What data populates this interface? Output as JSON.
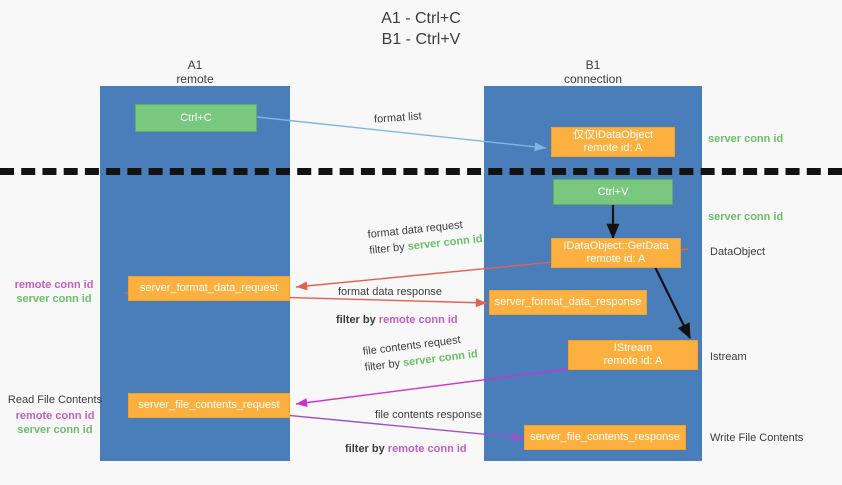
{
  "title": "A1 - Ctrl+C\nB1 - Ctrl+V",
  "columns": [
    {
      "name": "A1",
      "sub": "remote",
      "header": "A1\nremote"
    },
    {
      "name": "B1",
      "sub": "connection",
      "header": "B1\nconnection"
    }
  ],
  "nodes": {
    "ctrl_c": "Ctrl+C",
    "ctrl_v": "Ctrl+V",
    "idataobject": "仅仅IDataObject\nremote id: A",
    "idataobject_getdata": "IDataObject::GetData\nremote id: A",
    "istream": "IStream\nremote id: A",
    "server_format_data_request": "server_format_data_request",
    "server_format_data_response": "server_format_data_response",
    "server_file_contents_request": "server_file_contents_request",
    "server_file_contents_response": "server_file_contents_response"
  },
  "edges": {
    "format_list": "format list",
    "format_data_request": "format data request",
    "format_data_response": "format data response",
    "file_contents_request": "file contents request",
    "file_contents_response": "file contents response",
    "filter_by": "filter by"
  },
  "annotations": {
    "server_conn_id": "server conn id",
    "remote_conn_id": "remote conn id",
    "dataobject": "DataObject",
    "istream": "Istream",
    "write_file_contents": "Write File Contents",
    "read_file_contents": "Read File Contents"
  },
  "colors": {
    "lane": "#4a7ebb",
    "green_node": "#7ac87f",
    "orange_node": "#fbb040",
    "server_conn": "#6abf69",
    "remote_conn": "#c45ec4",
    "arrow_blue": "#7fb5e6",
    "arrow_red": "#e4604f",
    "arrow_magenta": "#cc33cc",
    "arrow_purple": "#9b51c9",
    "arrow_black": "#111111",
    "divider": "#121212",
    "background": "#f8f8f8"
  }
}
